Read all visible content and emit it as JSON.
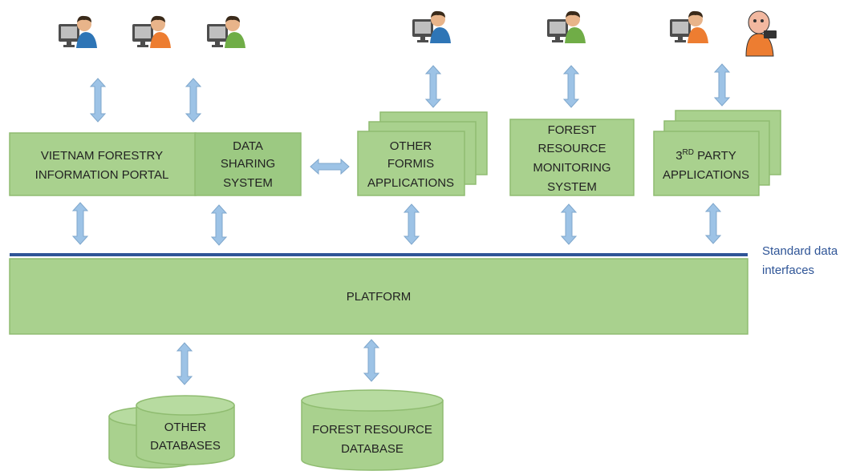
{
  "portal": {
    "line1": "VIETNAM FORESTRY",
    "line2": "INFORMATION PORTAL"
  },
  "data_sharing": {
    "line1": "DATA",
    "line2": "SHARING",
    "line3": "SYSTEM"
  },
  "other_formis": {
    "line1": "OTHER",
    "line2": "FORMIS",
    "line3": "APPLICATIONS"
  },
  "forest_monitoring": {
    "line1": "FOREST",
    "line2": "RESOURCE",
    "line3": "MONITORING",
    "line4": "SYSTEM"
  },
  "third_party": {
    "line1_prefix": "3",
    "line1_sup": "RD",
    "line1_suffix": " PARTY",
    "line2": "APPLICATIONS"
  },
  "platform": {
    "label": "PLATFORM"
  },
  "standard_interfaces": {
    "line1": "Standard data",
    "line2": "interfaces"
  },
  "other_databases": {
    "line1": "OTHER",
    "line2": "DATABASES"
  },
  "forest_db": {
    "line1": "FOREST RESOURCE",
    "line2": "DATABASE"
  },
  "colors": {
    "box_fill": "#a9d18e",
    "box_stroke": "#8fbc70",
    "arrow_fill": "#9dc3e6",
    "interface_line": "#2f5597"
  },
  "users": [
    {
      "icon": "user-at-computer-icon",
      "shirt": "blue"
    },
    {
      "icon": "user-at-computer-icon",
      "shirt": "orange"
    },
    {
      "icon": "user-at-computer-icon",
      "shirt": "green"
    },
    {
      "icon": "user-at-computer-icon",
      "shirt": "blue"
    },
    {
      "icon": "user-at-computer-icon",
      "shirt": "green"
    },
    {
      "icon": "user-at-computer-icon",
      "shirt": "orange"
    },
    {
      "icon": "user-with-device-icon",
      "shirt": "orange"
    }
  ]
}
